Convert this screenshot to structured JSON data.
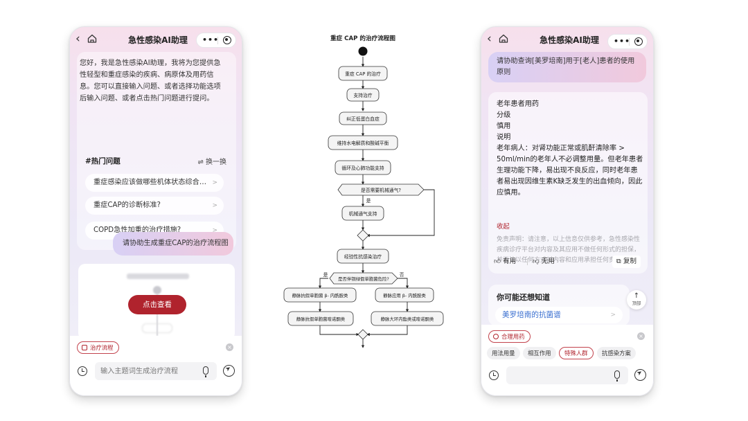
{
  "left": {
    "header": {
      "title": "急性感染AI助理"
    },
    "welcome_text": "您好，我是急性感染AI助理，我将为您提供急性轻型和重症感染的疾病、病原体及用药信息。您可以直接输入问题、或者选择功能选项后输入问题、或者点击热门问题进行提问。",
    "hot": {
      "title": "#热门问题",
      "refresh": "⇌ 换一换",
      "items": [
        "重症感染应该做哪些机体状态综合评估？",
        "重症CAP的诊断标准?",
        "COPD急性加重的治疗措施?"
      ]
    },
    "user_message": "请协助生成重症CAP的治疗流程图",
    "result": {
      "view_button": "点击查看"
    },
    "bottom": {
      "chip": "治疗流程",
      "placeholder": "输入主题词生成治疗流程"
    }
  },
  "flowchart": {
    "title": "重症 CAP 的治疗流程图",
    "nodes": {
      "n1": "重症 CAP 的治疗",
      "n2": "支持治疗",
      "n3": "纠正低蛋白血症",
      "n4": "维持水电解质和酸碱平衡",
      "n5": "循环及心肺功能支持",
      "d1": "是否需要机械通气?",
      "n6": "机械通气支持",
      "n7": "经验性抗感染治疗",
      "d2": "是否伴铜绿假单胞菌危险?",
      "n8": "静脉抗假单胞菌 β- 内酰胺类",
      "n9": "静脉应用 β- 内酰胺类",
      "n10": "静脉抗假单胞菌喹诺酮类",
      "n11": "静脉大环内酯类或喹诺酮类"
    },
    "labels": {
      "yes": "是",
      "no": "否"
    }
  },
  "right": {
    "header": {
      "title": "急性感染AI助理"
    },
    "user_message": "请协助查询[美罗培南]用于[老人]患者的使用原则",
    "answer_lines": [
      "老年患者用药",
      "分级",
      "慎用",
      "说明",
      "老年病人：对肾功能正常或肌酐清除率 > 50ml/min的老年人不必调整用量。但老年患者生理功能下降，易出现不良反应，同时老年患者易出现因维生素K缺乏发生的出血倾向，因此应慎用。"
    ],
    "collapse": "收起",
    "disclaimer": "免责声明：请注意，以上信息仅供参考，急性感染性疾病诊疗平台对内容及其应用不做任何形式的担保，并否认以任何方式对内容和应用承担任何责任。",
    "feedback": {
      "useful": "有用",
      "useless": "无用",
      "copy": "复制"
    },
    "suggest": {
      "title": "你可能还想知道",
      "item": "美罗培南的抗菌谱"
    },
    "top_button": "顶部",
    "bottom": {
      "chip": "合理用药",
      "tags": [
        "用法用量",
        "相互作用",
        "特殊人群",
        "抗感染方案"
      ],
      "active_tag": "特殊人群"
    }
  },
  "colors": {
    "accent": "#b0232d",
    "link": "#3a6fd0",
    "bubble_from": "#d8d0f5",
    "bubble_to": "#f1c9dc"
  }
}
